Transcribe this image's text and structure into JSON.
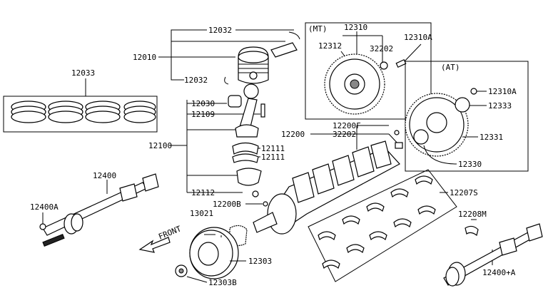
{
  "labels": {
    "p12032a": "12032",
    "p12010": "12010",
    "p12032b": "12032",
    "p12033": "12033",
    "p12030": "12030",
    "p12109": "12109",
    "p12100": "12100",
    "p12111a": "12111",
    "p12111b": "12111",
    "p12112": "12112",
    "p12400": "12400",
    "p12400A": "12400A",
    "p13021": "13021",
    "p12200B": "12200B",
    "p12303": "12303",
    "p12303B": "12303B",
    "front": "FRONT",
    "mt": "(MT)",
    "p12310": "12310",
    "p12312": "12312",
    "p32202a": "32202",
    "p12310A_mt": "12310A",
    "at": "(AT)",
    "p12310A_at": "12310A",
    "p12333": "12333",
    "p12331": "12331",
    "p12330": "12330",
    "p12200F": "12200F",
    "p12200": "12200",
    "p32202b": "32202",
    "p12207S": "12207S",
    "p12208M": "12208M",
    "p12400plusA": "12400+A"
  }
}
